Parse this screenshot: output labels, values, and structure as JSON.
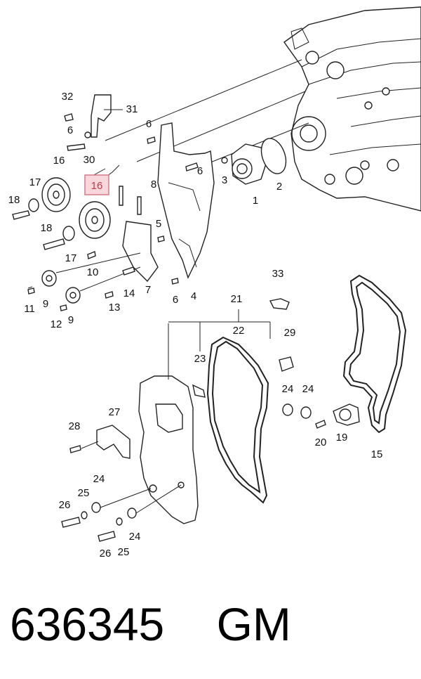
{
  "diagram": {
    "callouts": [
      "1",
      "2",
      "3",
      "4",
      "5",
      "6",
      "7",
      "8",
      "9",
      "10",
      "11",
      "12",
      "13",
      "14",
      "15",
      "16",
      "17",
      "18",
      "19",
      "20",
      "21",
      "22",
      "23",
      "24",
      "25",
      "26",
      "27",
      "28",
      "29",
      "30",
      "31",
      "32",
      "33"
    ],
    "highlighted_callout": "16"
  },
  "footer": {
    "part_number": "636345",
    "brand": "GM"
  }
}
